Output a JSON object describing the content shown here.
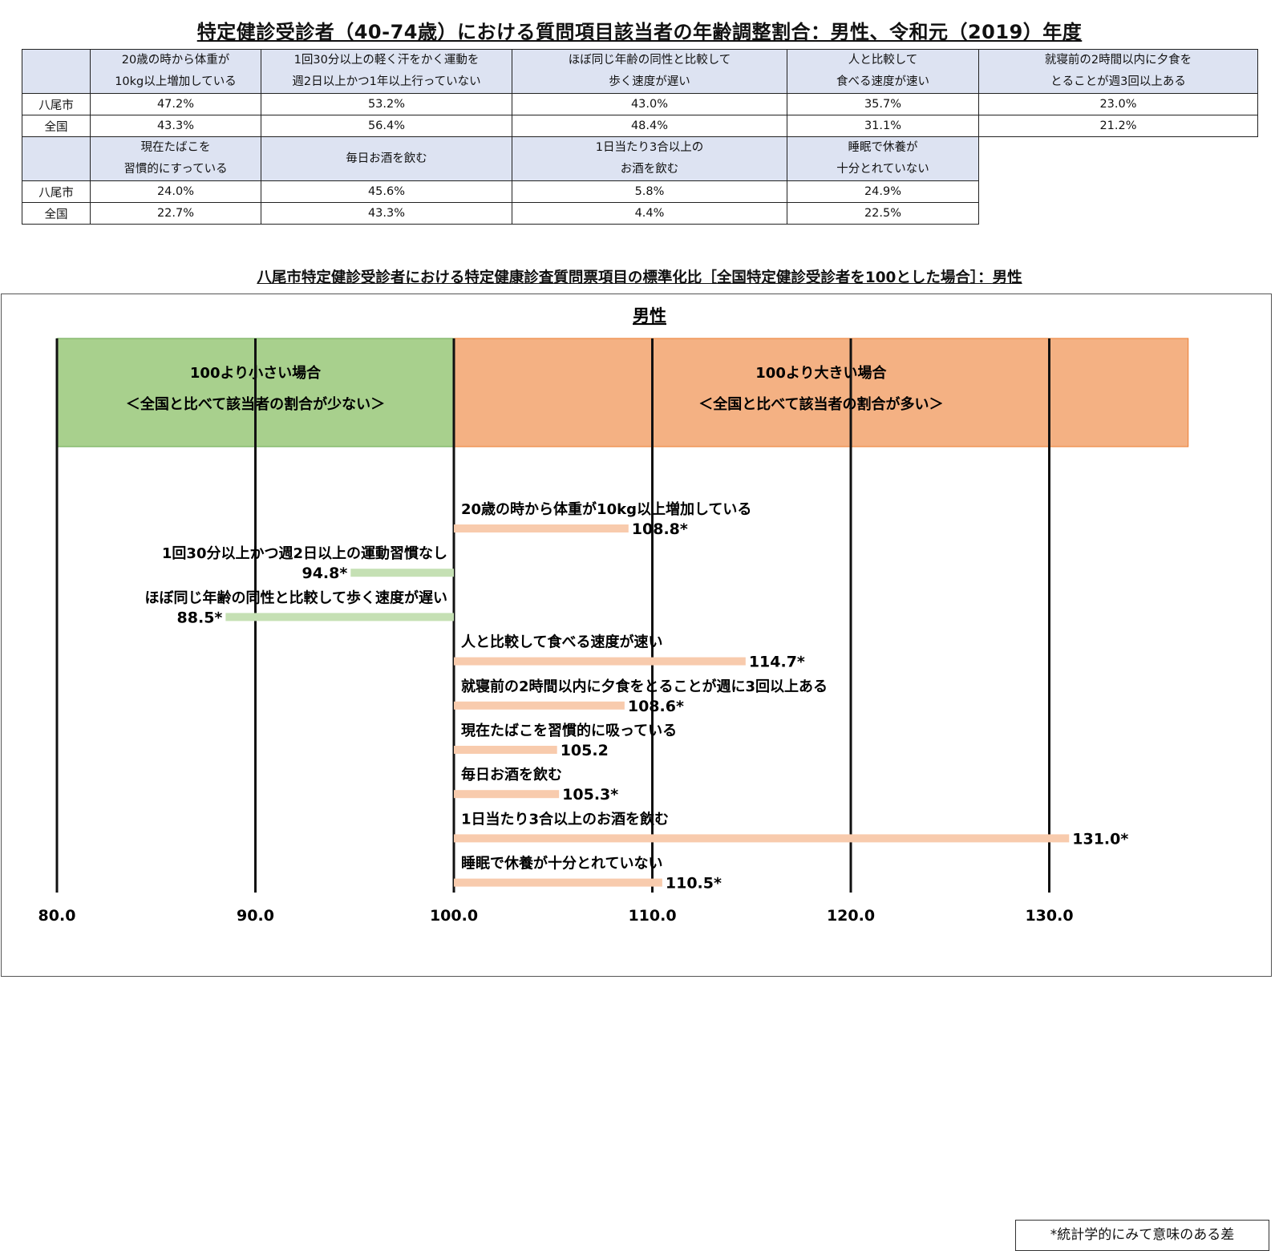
{
  "page": {
    "title": "特定健診受診者（40-74歳）における質問項目該当者の年齢調整割合：男性、令和元（2019）年度",
    "chart_title": "八尾市特定健診受診者における特定健康診査質問票項目の標準化比［全国特定健診受診者を100とした場合］：男性"
  },
  "table": {
    "block1": {
      "headers": [
        [
          "20歳の時から体重が",
          "10kg以上増加している"
        ],
        [
          "1回30分以上の軽く汗をかく運動を",
          "週2日以上かつ1年以上行っていない"
        ],
        [
          "ほぼ同じ年齢の同性と比較して",
          "歩く速度が遅い"
        ],
        [
          "人と比較して",
          "食べる速度が速い"
        ],
        [
          "就寝前の2時間以内に夕食を",
          "とることが週3回以上ある"
        ]
      ],
      "rows": [
        {
          "label": "八尾市",
          "values": [
            "47.2%",
            "53.2%",
            "43.0%",
            "35.7%",
            "23.0%"
          ]
        },
        {
          "label": "全国",
          "values": [
            "43.3%",
            "56.4%",
            "48.4%",
            "31.1%",
            "21.2%"
          ]
        }
      ]
    },
    "block2": {
      "headers": [
        [
          "現在たばこを",
          "習慣的にすっている"
        ],
        [
          "毎日お酒を飲む"
        ],
        [
          "1日当たり3合以上の",
          "お酒を飲む"
        ],
        [
          "睡眠で休養が",
          "十分とれていない"
        ]
      ],
      "rows": [
        {
          "label": "八尾市",
          "values": [
            "24.0%",
            "45.6%",
            "5.8%",
            "24.9%"
          ]
        },
        {
          "label": "全国",
          "values": [
            "22.7%",
            "43.3%",
            "4.4%",
            "22.5%"
          ]
        }
      ]
    }
  },
  "footnote": "*統計学的にみて意味のある差",
  "chart_data": {
    "type": "bar",
    "orientation": "horizontal",
    "title": "男性",
    "baseline": 100,
    "xlim": [
      80,
      137
    ],
    "xticks": [
      "80.0",
      "90.0",
      "100.0",
      "110.0",
      "120.0",
      "130.0"
    ],
    "regions": {
      "below": {
        "title": "100より小さい場合",
        "subtitle": "＜全国と比べて該当者の割合が少ない＞",
        "fill": "#a8d08d",
        "edge": "#6aa84f"
      },
      "above": {
        "title": "100より大きい場合",
        "subtitle": "＜全国と比べて該当者の割合が多い＞",
        "fill": "#f4b183",
        "edge": "#ed7d31"
      }
    },
    "bar_colors": {
      "above": "#f8cbad",
      "below": "#c5e0b4"
    },
    "items": [
      {
        "label": "20歳の時から体重が10kg以上増加している",
        "value": 108.8,
        "value_label": "108.8*"
      },
      {
        "label": "1回30分以上かつ週2日以上の運動習慣なし",
        "value": 94.8,
        "value_label": "94.8*"
      },
      {
        "label": "ほぼ同じ年齢の同性と比較して歩く速度が遅い",
        "value": 88.5,
        "value_label": "88.5*"
      },
      {
        "label": "人と比較して食べる速度が速い",
        "value": 114.7,
        "value_label": "114.7*"
      },
      {
        "label": "就寝前の2時間以内に夕食をとることが週に3回以上ある",
        "value": 108.6,
        "value_label": "108.6*"
      },
      {
        "label": "現在たばこを習慣的に吸っている",
        "value": 105.2,
        "value_label": "105.2"
      },
      {
        "label": "毎日お酒を飲む",
        "value": 105.3,
        "value_label": "105.3*"
      },
      {
        "label": "1日当たり3合以上のお酒を飲む",
        "value": 131.0,
        "value_label": "131.0*"
      },
      {
        "label": "睡眠で休養が十分とれていない",
        "value": 110.5,
        "value_label": "110.5*"
      }
    ]
  }
}
